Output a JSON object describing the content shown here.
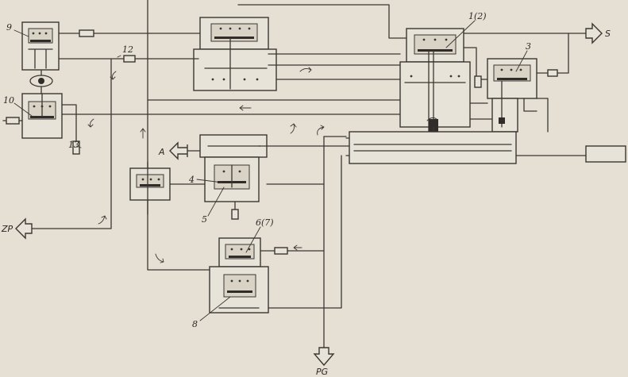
{
  "labels": {
    "l9": "9",
    "l10": "10",
    "l12": "12",
    "l13": "13",
    "l1": "1(2)",
    "l3": "3",
    "l4": "4",
    "l5": "5",
    "l6": "6(7)",
    "l8": "8",
    "portA": "A",
    "portS": "S",
    "portZP": "ZP",
    "portPG": "PG"
  },
  "colors": {
    "paper": "#e6e0d4",
    "ink": "#3a3733"
  }
}
